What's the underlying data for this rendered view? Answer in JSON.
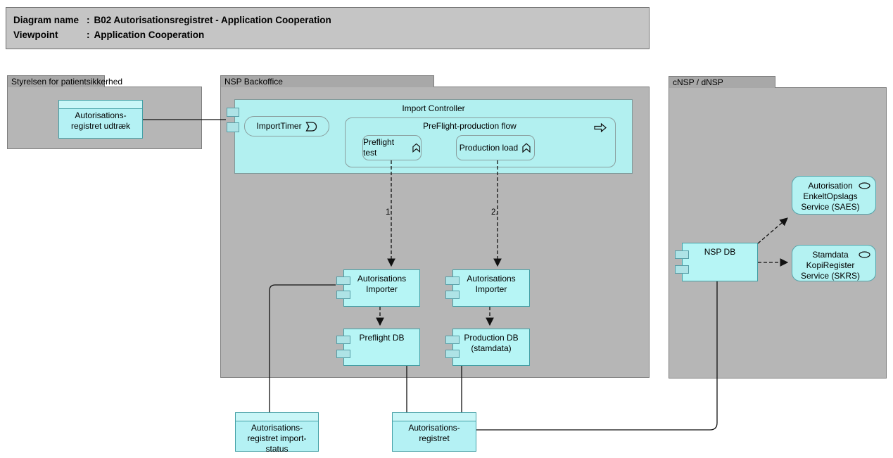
{
  "title_panel": {
    "rows": [
      {
        "label": "Diagram name",
        "sep": ":",
        "value": "B02 Autorisationsregistret - Application Cooperation"
      },
      {
        "label": "Viewpoint",
        "sep": ":",
        "value": "Application Cooperation"
      }
    ]
  },
  "groups": {
    "styrelsen": {
      "label": "Styrelsen for patientsikkerhed"
    },
    "nsp_backoffice": {
      "label": "NSP Backoffice"
    },
    "cnsp": {
      "label": "cNSP / dNSP"
    }
  },
  "nodes": {
    "udtraek": {
      "label": "Autorisations-\nregistret udtræk",
      "type": "data-object"
    },
    "import_controller": {
      "label": "Import Controller",
      "type": "application-component"
    },
    "import_timer": {
      "label": "ImportTimer",
      "type": "application-event"
    },
    "flow": {
      "label": "PreFlight-production flow",
      "type": "application-process"
    },
    "preflight_test": {
      "label": "Preflight test",
      "type": "application-function"
    },
    "production_load": {
      "label": "Production load",
      "type": "application-function"
    },
    "importer_left": {
      "label": "Autorisations\nImporter",
      "type": "application-component"
    },
    "importer_right": {
      "label": "Autorisations\nImporter",
      "type": "application-component"
    },
    "preflight_db": {
      "label": "Preflight DB",
      "type": "application-component"
    },
    "production_db": {
      "label": "Production DB\n(stamdata)",
      "type": "application-component"
    },
    "nsp_db": {
      "label": "NSP DB",
      "type": "application-component"
    },
    "saes": {
      "label": "Autorisation\nEnkeltOpslags\nService (SAES)",
      "type": "application-service"
    },
    "skrs": {
      "label": "Stamdata\nKopiRegister\nService (SKRS)",
      "type": "application-service"
    },
    "import_status": {
      "label": "Autorisations-\nregistret import-\nstatus",
      "type": "data-object"
    },
    "autoreg": {
      "label": "Autorisations-\nregistret",
      "type": "data-object"
    }
  },
  "connector_labels": {
    "step1": "1.",
    "step2": "2."
  },
  "icons": [
    "component-port",
    "event-icon",
    "process-arrow-icon",
    "function-icon",
    "service-oval-icon"
  ],
  "colors": {
    "element_fill": "#b4f2f2",
    "element_strip_fill": "#c9f6f7",
    "element_border_teal": "#44a0a6",
    "element_border_gray": "#8a9e9e",
    "port_fill": "#aee3e6",
    "group_fill": "#b6b6b6",
    "group_tab_fill": "#a8a8a8",
    "group_border": "#7d7d7d",
    "title_fill": "#c5c5c5",
    "line": "#111111",
    "background": "#ffffff"
  }
}
